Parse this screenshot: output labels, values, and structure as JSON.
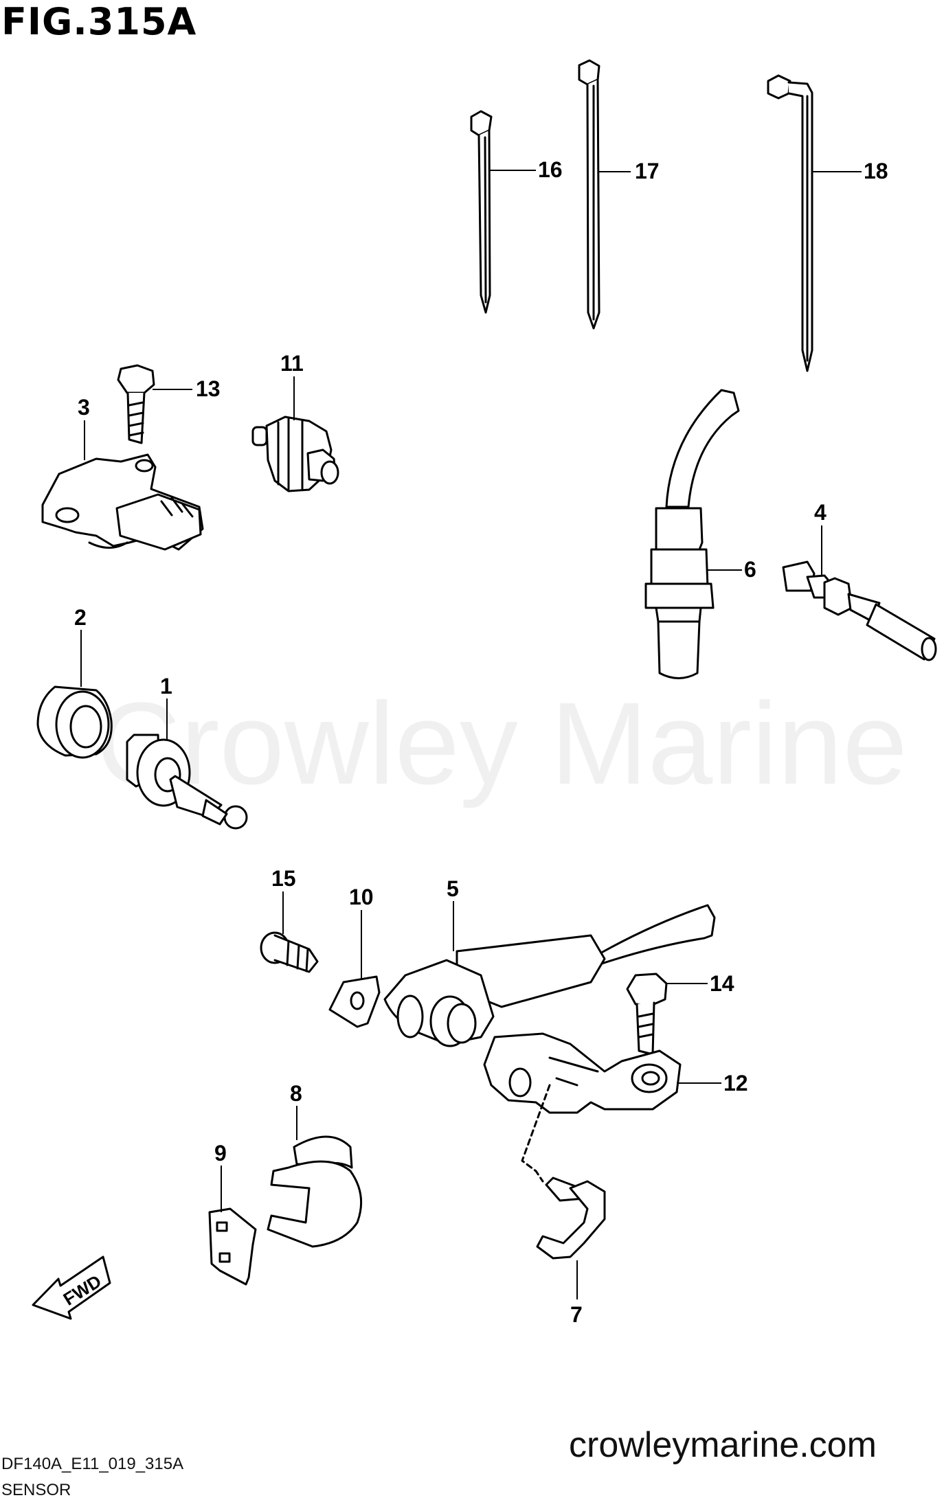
{
  "figure": {
    "title": "FIG.315A",
    "code": "DF140A_E11_019_315A",
    "caption": "SENSOR"
  },
  "watermark": "Crowley Marine",
  "site_url": "crowleymarine.com",
  "fwd_label": "FWD",
  "callouts": {
    "c1": "1",
    "c2": "2",
    "c3": "3",
    "c4": "4",
    "c5": "5",
    "c6": "6",
    "c7": "7",
    "c8": "8",
    "c9": "9",
    "c10": "10",
    "c11": "11",
    "c12": "12",
    "c13": "13",
    "c14": "14",
    "c15": "15",
    "c16": "16",
    "c17": "17",
    "c18": "18"
  }
}
